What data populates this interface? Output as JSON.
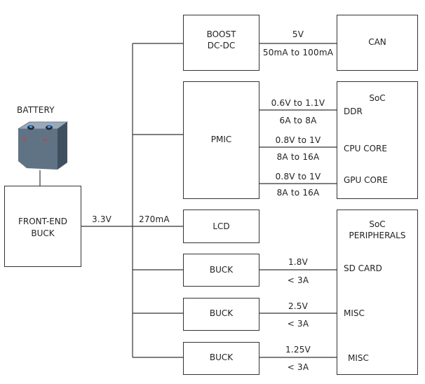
{
  "battery": {
    "label": "BATTERY"
  },
  "front_end_buck": {
    "line1": "FRONT-END",
    "line2": "BUCK"
  },
  "main_rail": {
    "voltage": "3.3V"
  },
  "boost": {
    "line1": "BOOST",
    "line2": "DC-DC",
    "out_voltage": "5V",
    "out_current": "50mA to 100mA",
    "load": "CAN"
  },
  "pmic": {
    "label": "PMIC",
    "rails": [
      {
        "voltage": "0.6V to 1.1V",
        "current": "6A to 8A",
        "load": "DDR"
      },
      {
        "voltage": "0.8V to 1V",
        "current": "8A to 16A",
        "load": "CPU CORE"
      },
      {
        "voltage": "0.8V to 1V",
        "current": "8A to 16A",
        "load": "GPU CORE"
      }
    ]
  },
  "soc": {
    "label": "SoC"
  },
  "lcd": {
    "label": "LCD",
    "current": "270mA"
  },
  "soc_periph": {
    "line1": "SoC",
    "line2": "PERIPHERALS"
  },
  "bucks": [
    {
      "label": "BUCK",
      "voltage": "1.8V",
      "current": "< 3A",
      "load": "SD CARD"
    },
    {
      "label": "BUCK",
      "voltage": "2.5V",
      "current": "< 3A",
      "load": "MISC"
    },
    {
      "label": "BUCK",
      "voltage": "1.25V",
      "current": "< 3A",
      "load": "MISC"
    }
  ]
}
